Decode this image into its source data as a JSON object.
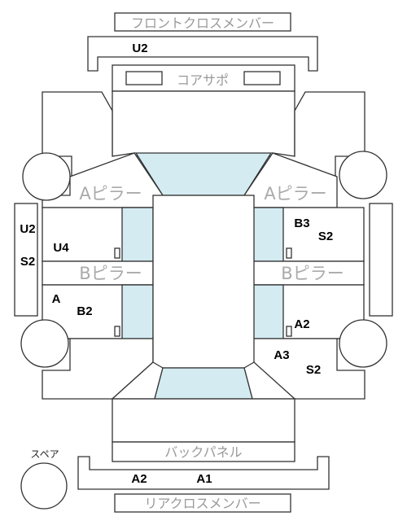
{
  "parts": {
    "front_cross_member": "フロントクロスメンバー",
    "core_support": "コアサポ",
    "a_pillar": "Aピラー",
    "b_pillar": "Bピラー",
    "back_panel": "バックパネル",
    "rear_cross_member": "リアクロスメンバー",
    "spare": "スペア"
  },
  "codes": {
    "front_member": "U2",
    "left_side_outer_top": "U2",
    "left_side_outer_bottom": "S2",
    "left_front_door": "U4",
    "left_rear_door_a": "A",
    "left_rear_door_b": "B2",
    "right_front_door_top": "B3",
    "right_front_door_bottom": "S2",
    "right_rear_door": "A2",
    "right_rear_quarter_a": "A3",
    "right_rear_quarter_b": "S2",
    "rear_member_left": "A2",
    "rear_member_right": "A1"
  },
  "colors": {
    "glass": "#d4ebf2",
    "line": "#333333",
    "part_label": "#999999"
  }
}
